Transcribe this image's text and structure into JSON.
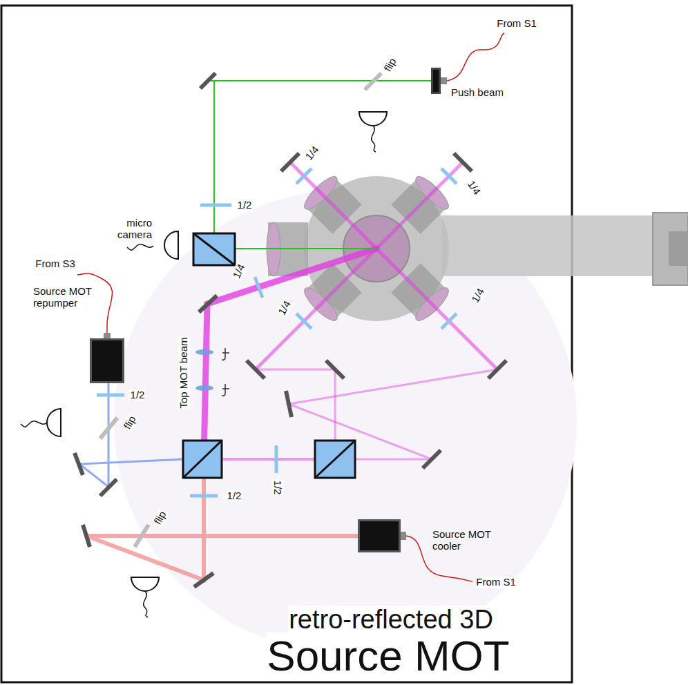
{
  "diagram": {
    "nodes": [
      {
        "text": [
          "Push beam"
        ]
      },
      {
        "text": [
          "micro camera"
        ]
      },
      {
        "text": [
          "Source MOT repumper"
        ]
      },
      {
        "text": [
          "Source MOT cooler"
        ]
      }
    ],
    "labels": [
      "From S1",
      "flip",
      "1/4",
      "1/4",
      "1/4",
      "1/4",
      "1/4",
      "1/2",
      "From S3",
      "1/2",
      "flip",
      "Top MOT beam",
      "1/2",
      "1/2",
      "flip",
      "From S1",
      "retro-reflected 3D",
      "Source MOT"
    ]
  }
}
